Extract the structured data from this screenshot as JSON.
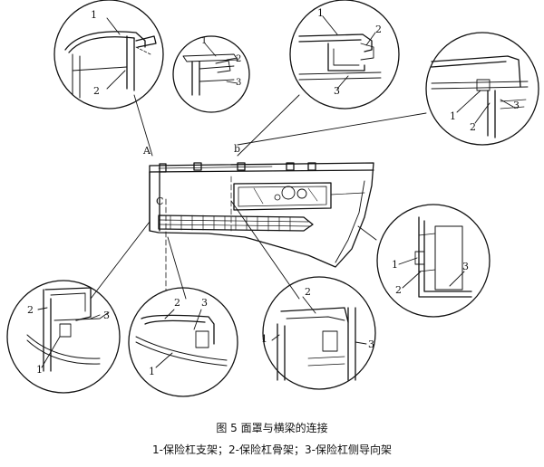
{
  "caption": {
    "title": "图 5  面罩与横梁的连接",
    "legend": "1-保险杠支架；2-保险杠骨架；3-保险杠侧导向架"
  },
  "section_labels": {
    "a": "A",
    "b": "b",
    "c": "C"
  },
  "detail_callouts": {
    "top_left": [
      "1",
      "2"
    ],
    "top_small": [
      "1",
      "2",
      "3"
    ],
    "top_center": [
      "1",
      "2",
      "3"
    ],
    "top_right": [
      "1",
      "2",
      "3"
    ],
    "right": [
      "1",
      "2",
      "3"
    ],
    "bottom_left": [
      "2",
      "3",
      "1"
    ],
    "bottom_center_left": [
      "2",
      "3",
      "1"
    ],
    "bottom_center_right": [
      "2",
      "1",
      "3"
    ]
  }
}
